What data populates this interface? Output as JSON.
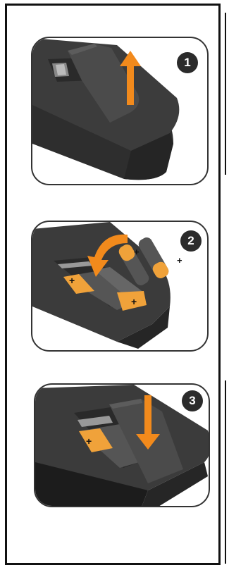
{
  "steps": [
    {
      "number": "1",
      "icon": "arrow-up-icon",
      "action": "open-cover"
    },
    {
      "number": "2",
      "icon": "curved-arrow-icon",
      "action": "insert-batteries"
    },
    {
      "number": "3",
      "icon": "arrow-down-icon",
      "action": "close-cover"
    }
  ],
  "colors": {
    "remote_body": "#3a3a3a",
    "remote_dark": "#1f1f1f",
    "cover": "#4a4a4a",
    "arrow": "#f28a1c",
    "battery_orange": "#f0a23a",
    "battery_gray": "#5a5a5a",
    "panel_border": "#333333",
    "badge": "#2b2b2b"
  },
  "battery_symbols": [
    "+",
    "+",
    "+",
    "+"
  ]
}
